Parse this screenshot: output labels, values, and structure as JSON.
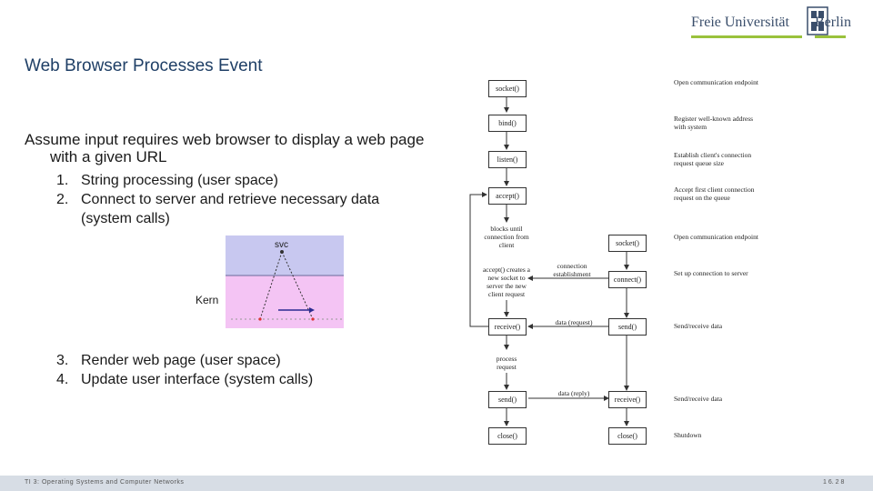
{
  "slide": {
    "title": "Web Browser Processes Event",
    "intro": "Assume input requires web browser to display a web page with a given URL",
    "steps_a": [
      {
        "num": "1.",
        "text": "String processing (user space)"
      },
      {
        "num": "2.",
        "text": "Connect to server and retrieve necessary data (system calls)"
      }
    ],
    "steps_b": [
      {
        "num": "3.",
        "text": "Render web page (user space)"
      },
      {
        "num": "4.",
        "text": "Update user interface (system calls)"
      }
    ]
  },
  "logo": {
    "left": "Freie Universität",
    "right": "Berlin"
  },
  "syscall_figure": {
    "svc_label": "svc",
    "kern_label": "Kern"
  },
  "socket_diagram": {
    "server_calls": [
      "socket()",
      "bind()",
      "listen()",
      "accept()",
      "receive()",
      "send()",
      "close()"
    ],
    "client_calls": [
      "socket()",
      "connect()",
      "send()",
      "receive()",
      "close()"
    ],
    "server_notes": {
      "blocks": "blocks until connection from client",
      "accept_note": "accept() creates a new socket to server the new client request",
      "process": "process request"
    },
    "middle_notes": {
      "connection": "connection establishment",
      "request": "data (request)",
      "reply": "data (reply)"
    },
    "right_notes": [
      "Open communication endpoint",
      "Register well-known address with system",
      "Establish client's connection request queue size",
      "Accept first client connection request on the queue",
      "Open communication endpoint",
      "Set up connection to server",
      "Send/receive data",
      "Send/receive data",
      "Shutdown"
    ]
  },
  "footer": {
    "left": "TI 3: Operating Systems and Computer Networks",
    "right": "1 6. 2 8"
  }
}
